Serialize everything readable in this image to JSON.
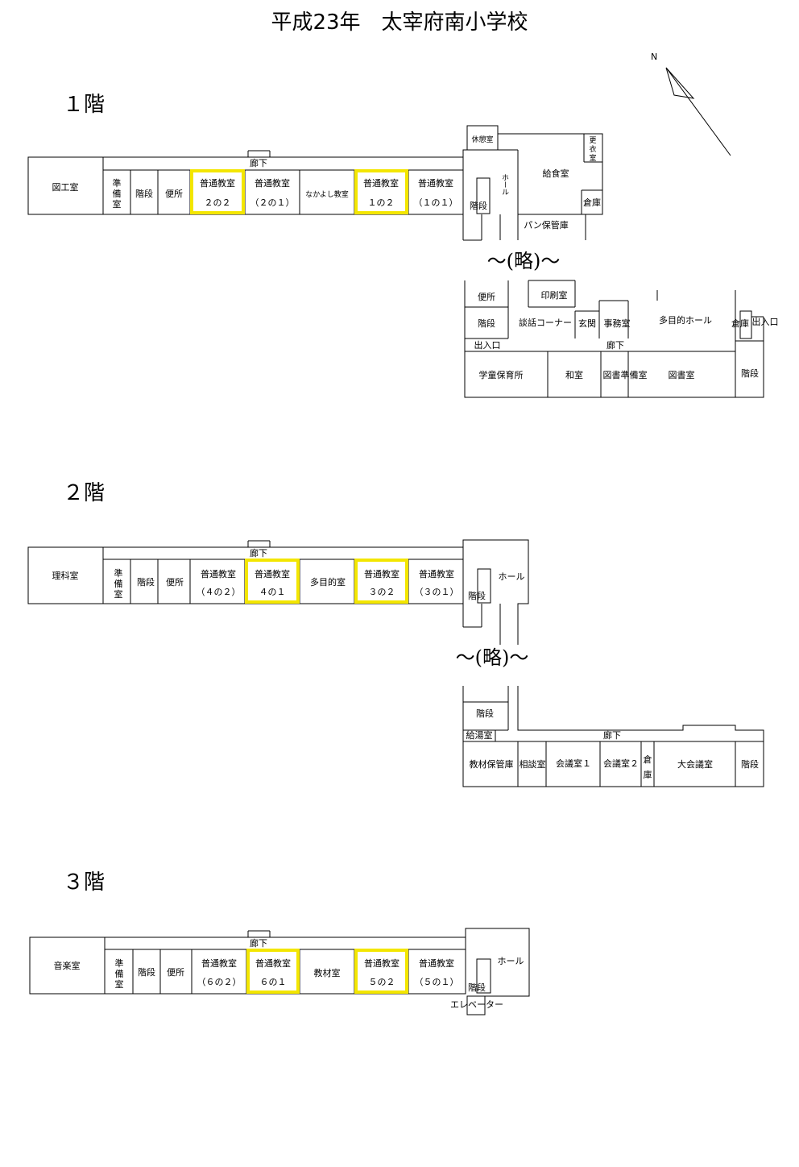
{
  "title": "平成23年　太宰府南小学校",
  "compass": "N",
  "omitted": "～(略)～",
  "highlight_color": "#f3e600",
  "floors": [
    {
      "label": "１階",
      "corridor": "廊下",
      "rooms": [
        "図工室",
        "準",
        "備",
        "室",
        "階段",
        "便所",
        "普通教室",
        "２の２",
        "普通教室",
        "（２の１）",
        "なかよし教室",
        "普通教室",
        "１の２",
        "普通教室",
        "（１の１）",
        "階段",
        "ホール",
        "休憩室",
        "更",
        "衣",
        "室",
        "給食室",
        "倉庫",
        "パン保管庫"
      ],
      "annex": [
        "便所",
        "印刷室",
        "階段",
        "談話コーナー",
        "玄関",
        "事務室",
        "多目的ホール",
        "倉庫",
        "出入口",
        "出入口",
        "廊下",
        "学童保育所",
        "和室",
        "図書準備室",
        "図書室",
        "階段"
      ]
    },
    {
      "label": "２階",
      "corridor": "廊下",
      "rooms": [
        "理科室",
        "準",
        "備",
        "室",
        "階段",
        "便所",
        "普通教室",
        "（４の２）",
        "普通教室",
        "４の１",
        "多目的室",
        "普通教室",
        "３の２",
        "普通教室",
        "（３の１）",
        "階段",
        "ホール"
      ],
      "annex": [
        "階段",
        "給湯室",
        "廊下",
        "教材保管庫",
        "相談室",
        "会議室１",
        "会議室２",
        "倉",
        "庫",
        "大会議室",
        "階段"
      ]
    },
    {
      "label": "３階",
      "corridor": "廊下",
      "rooms": [
        "音楽室",
        "準",
        "備",
        "室",
        "階段",
        "便所",
        "普通教室",
        "（６の２）",
        "普通教室",
        "６の１",
        "教材室",
        "普通教室",
        "５の２",
        "普通教室",
        "（５の１）",
        "階段",
        "ホール",
        "エレベーター"
      ]
    }
  ]
}
